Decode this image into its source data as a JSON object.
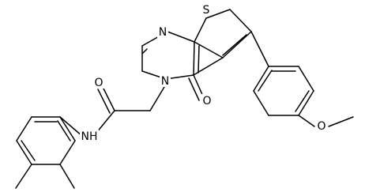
{
  "diagram": {
    "type": "chemical-structure",
    "atom_labels": {
      "sulfur": "S",
      "ring_nitrogen_top": "N",
      "ring_nitrogen_n3": "N",
      "carbonyl_oxygen_ring": "O",
      "amide_carbonyl_oxygen": "O",
      "amide_nh": "NH",
      "methoxy_oxygen": "O"
    },
    "colors": {
      "line": "#000000",
      "background": "#ffffff"
    }
  }
}
